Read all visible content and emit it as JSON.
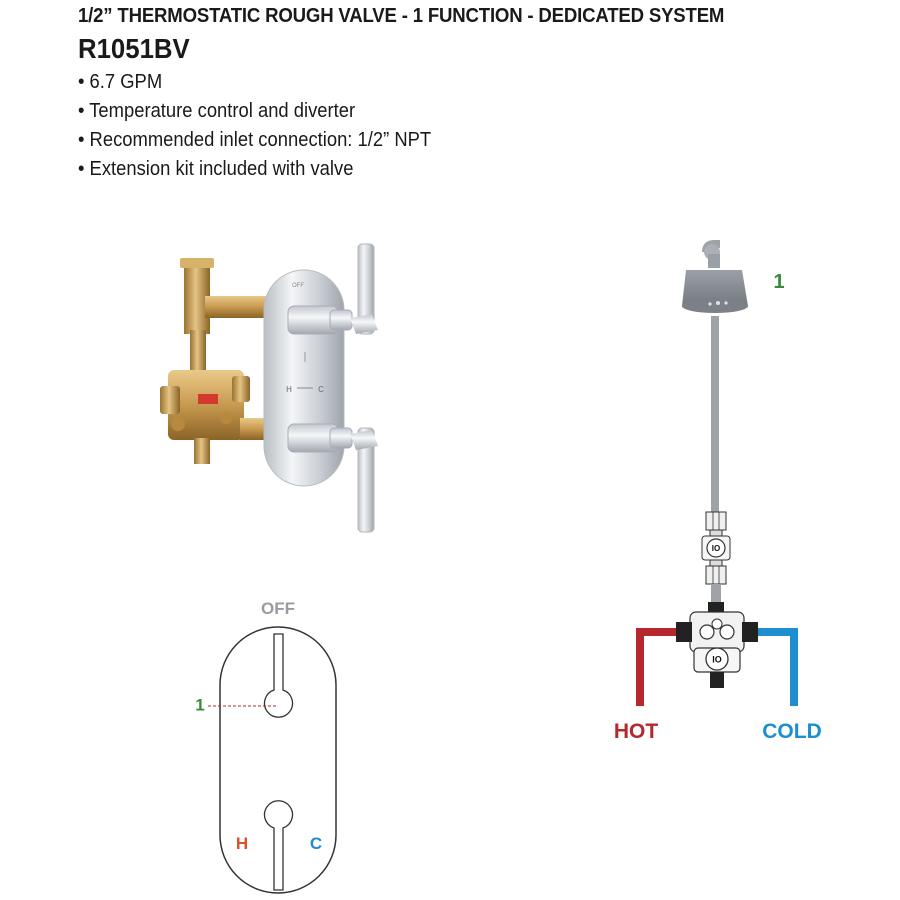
{
  "header": {
    "title": "1/2” THERMOSTATIC ROUGH VALVE - 1 FUNCTION - DEDICATED SYSTEM",
    "model": "R1051BV",
    "features": [
      "• 6.7 GPM",
      "• Temperature control and diverter",
      "• Recommended inlet connection: 1/2” NPT",
      "• Extension kit included with valve"
    ]
  },
  "trim_diagram": {
    "off_label": "OFF",
    "function_label": "1",
    "hot_label": "H",
    "cold_label": "C"
  },
  "photo": {
    "plate_off_text": "OFF",
    "plate_h_text": "H",
    "plate_c_text": "C"
  },
  "system_diagram": {
    "showerhead_label": "1",
    "hot_label": "HOT",
    "cold_label": "COLD",
    "valve_code": "IO"
  },
  "colors": {
    "hot": "#b5282e",
    "cold": "#1f8ed1",
    "function": "#3a8a3a",
    "off_gray": "#9a9aa0",
    "h_orange": "#d9532a",
    "pipe_gray": "#9fa3a7"
  }
}
